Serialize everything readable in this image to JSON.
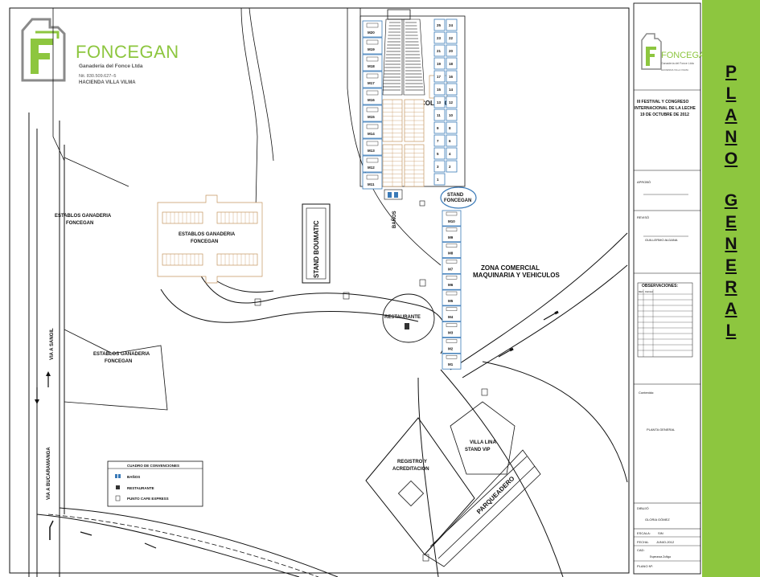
{
  "logo": {
    "name": "FONCEGAN",
    "company": "Ganadería del Fonce Ltda",
    "nit": "Nit. 830.509.627–5",
    "estate": "HACIENDA VILLA VILMA",
    "colors": {
      "green": "#8dc63f",
      "gray": "#8a8a8a"
    }
  },
  "map": {
    "establos_left": "ESTABLOS GANADERIA\nFONCEGAN",
    "establos_center": "ESTABLOS GANADERIA\nFONCEGAN",
    "establos_lower": "ESTABLOS GANADERIA\nFONCEGAN",
    "stand_boumatic": "STAND BOUMATIC",
    "banos": "BAÑOS",
    "coliseo": "COLISEO",
    "stand_foncegan": "STAND\nFONCEGAN",
    "zona_comercial": "ZONA COMERCIAL\nMAQUINARIA Y VEHICULOS",
    "restaurante": "RESTAURANTE",
    "registro": "REGISTRO Y\nACREDITACION",
    "villa_lina": "VILLA LINA\nSTAND VIP",
    "parqueadero": "PARQUEADERO",
    "via_sangil": "VIA A SANGIL",
    "via_bucaramanga": "VIA A BUCARAMANGA",
    "stalls_left": [
      "M20",
      "M19",
      "M18",
      "M17",
      "M16",
      "M15",
      "M14",
      "M13",
      "M12",
      "M11"
    ],
    "stalls_bottom": [
      "M10",
      "M9",
      "M8",
      "M7",
      "M6",
      "M5",
      "M4",
      "M3",
      "M2",
      "M1"
    ],
    "stalls_coliseo": [
      "25",
      "24",
      "23",
      "22",
      "21",
      "20",
      "19",
      "18",
      "17",
      "16",
      "15",
      "14",
      "13",
      "12",
      "11",
      "10",
      "9",
      "8",
      "7",
      "6",
      "5",
      "4",
      "3",
      "2",
      "1"
    ]
  },
  "legend": {
    "title": "CUADRO DE CONVENCIONES",
    "items": [
      {
        "icon": "restroom-icon",
        "label": "BAÑOS"
      },
      {
        "icon": "restaurant-icon",
        "label": "RESTAURANTE"
      },
      {
        "icon": "coffee-cup-icon",
        "label": "PUNTO CAFE EXPRESS"
      }
    ]
  },
  "title_block": {
    "event": "III FESTIVAL Y CONGRESO\nINTERNACIONAL DE LA LECHE\n19 DE OCTUBRE DE 2012",
    "aprobo_label": "APROBÓ",
    "reviso_label": "REVISÓ",
    "reviso_name": "GUILLERMO ALDANA",
    "observaciones_label": "OBSERVACIONES:",
    "obs_cols": [
      "REV.",
      "FECHA"
    ],
    "contenido_label": "Contenido:",
    "contenido": "PLANTA GENERAL",
    "dibujo_label": "DIBUJÓ",
    "dibujo_name": "GLORIA GÓMEZ",
    "escala_label": "ESCALA:",
    "escala": "SIN",
    "fecha_label": "FECHA:",
    "fecha": "JUNIO-2012",
    "cad_label": "CAD:",
    "cad_name": "Esperanza Zuñiga",
    "plano_label": "PLANO Nº:"
  },
  "sidebar": {
    "word1": [
      "P",
      "L",
      "A",
      "N",
      "O"
    ],
    "word2": [
      "G",
      "E",
      "N",
      "E",
      "R",
      "A",
      "L"
    ],
    "color": "#8dc63f"
  }
}
